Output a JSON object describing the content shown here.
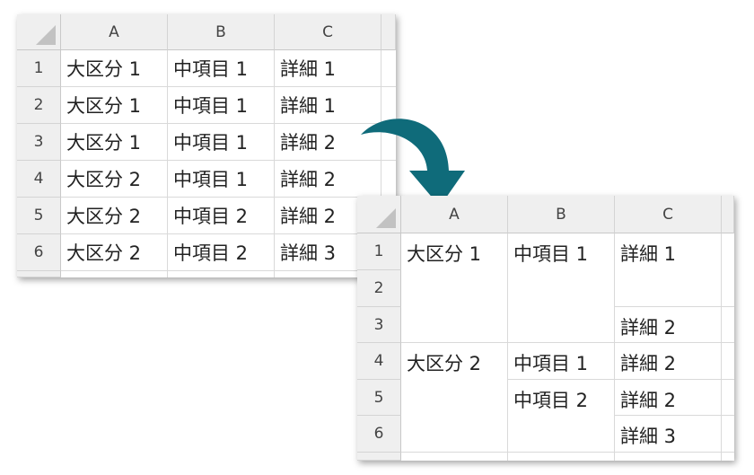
{
  "arrow_color": "#0f6b7a",
  "columns": [
    "A",
    "B",
    "C"
  ],
  "rows": [
    "1",
    "2",
    "3",
    "4",
    "5",
    "6"
  ],
  "before": {
    "cells": [
      [
        "大区分 1",
        "中項目 1",
        "詳細 1"
      ],
      [
        "大区分 1",
        "中項目 1",
        "詳細 1"
      ],
      [
        "大区分 1",
        "中項目 1",
        "詳細 2"
      ],
      [
        "大区分 2",
        "中項目 1",
        "詳細 2"
      ],
      [
        "大区分 2",
        "中項目 2",
        "詳細 2"
      ],
      [
        "大区分 2",
        "中項目 2",
        "詳細 3"
      ]
    ]
  },
  "after": {
    "cells": [
      [
        "大区分 1",
        "中項目 1",
        "詳細 1"
      ],
      [
        "",
        "",
        ""
      ],
      [
        "",
        "",
        "詳細 2"
      ],
      [
        "大区分 2",
        "中項目 1",
        "詳細 2"
      ],
      [
        "",
        "中項目 2",
        "詳細 2"
      ],
      [
        "",
        "",
        "詳細 3"
      ]
    ]
  }
}
